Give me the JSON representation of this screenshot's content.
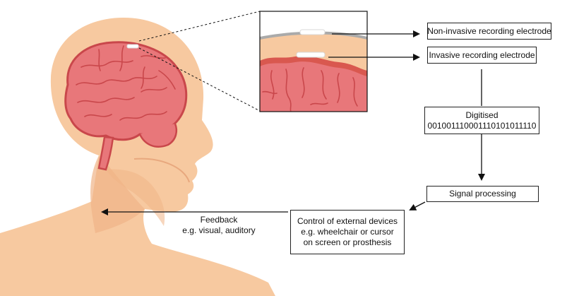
{
  "colors": {
    "skin": "#f7c9a0",
    "skin_shadow": "#f0b487",
    "brain": "#e8777a",
    "brain_outline": "#c9474b",
    "cortex_layer": "#d9584f",
    "arrow": "#111111"
  },
  "labels": {
    "noninvasive": "Non-invasive recording electrode",
    "invasive": "Invasive recording electrode",
    "digitised_title": "Digitised",
    "digitised_bits": "001001110001110101011110",
    "signal_processing": "Signal processing",
    "control_line1": "Control of external devices",
    "control_line2": "e.g. wheelchair or cursor",
    "control_line3": "on screen or prosthesis",
    "feedback_line1": "Feedback",
    "feedback_line2": "e.g. visual, auditory"
  }
}
